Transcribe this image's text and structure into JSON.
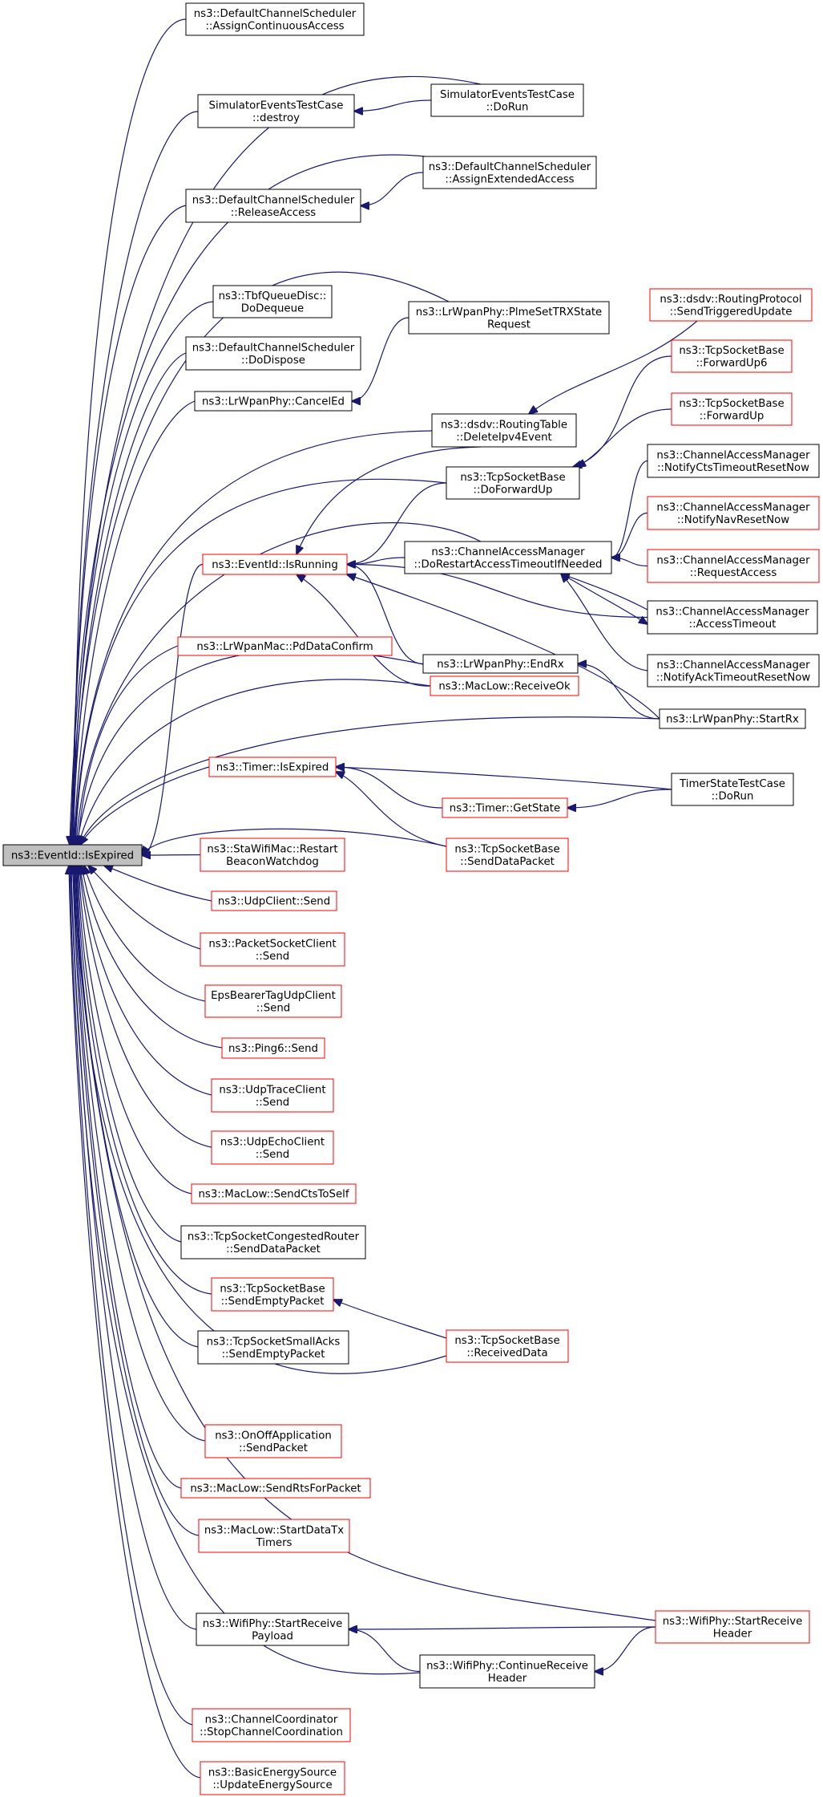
{
  "colors": {
    "black_border": "#000000",
    "red_border": "#ff0000",
    "edge": "#191970",
    "focus_fill": "#bfbfbf",
    "text": "#000000"
  },
  "graph": {
    "focus": "n0",
    "nodes": [
      {
        "id": "n0",
        "label": [
          "ns3::EventId::IsExpired"
        ],
        "style": "focus"
      },
      {
        "id": "n1",
        "label": [
          "ns3::DefaultChannelScheduler",
          "::AssignContinuousAccess"
        ],
        "style": "black"
      },
      {
        "id": "n2",
        "label": [
          "SimulatorEventsTestCase",
          "::destroy"
        ],
        "style": "black"
      },
      {
        "id": "n3",
        "label": [
          "SimulatorEventsTestCase",
          "::DoRun"
        ],
        "style": "black"
      },
      {
        "id": "n4",
        "label": [
          "ns3::DefaultChannelScheduler",
          "::AssignExtendedAccess"
        ],
        "style": "black"
      },
      {
        "id": "n5",
        "label": [
          "ns3::DefaultChannelScheduler",
          "::ReleaseAccess"
        ],
        "style": "black"
      },
      {
        "id": "n6",
        "label": [
          "ns3::TbfQueueDisc::",
          "DoDequeue"
        ],
        "style": "black"
      },
      {
        "id": "n7",
        "label": [
          "ns3::LrWpanPhy::PlmeSetTRXState",
          "Request"
        ],
        "style": "black"
      },
      {
        "id": "n8",
        "label": [
          "ns3::dsdv::RoutingProtocol",
          "::SendTriggeredUpdate"
        ],
        "style": "red"
      },
      {
        "id": "n9",
        "label": [
          "ns3::DefaultChannelScheduler",
          "::DoDispose"
        ],
        "style": "black"
      },
      {
        "id": "n10",
        "label": [
          "ns3::TcpSocketBase",
          "::ForwardUp6"
        ],
        "style": "red"
      },
      {
        "id": "n11",
        "label": [
          "ns3::LrWpanPhy::CancelEd"
        ],
        "style": "black"
      },
      {
        "id": "n12",
        "label": [
          "ns3::TcpSocketBase",
          "::ForwardUp"
        ],
        "style": "red"
      },
      {
        "id": "n13",
        "label": [
          "ns3::dsdv::RoutingTable",
          "::DeleteIpv4Event"
        ],
        "style": "black"
      },
      {
        "id": "n14",
        "label": [
          "ns3::ChannelAccessManager",
          "::NotifyCtsTimeoutResetNow"
        ],
        "style": "black"
      },
      {
        "id": "n15",
        "label": [
          "ns3::TcpSocketBase",
          "::DoForwardUp"
        ],
        "style": "black"
      },
      {
        "id": "n16",
        "label": [
          "ns3::ChannelAccessManager",
          "::NotifyNavResetNow"
        ],
        "style": "red"
      },
      {
        "id": "n17",
        "label": [
          "ns3::ChannelAccessManager",
          "::DoRestartAccessTimeoutIfNeeded"
        ],
        "style": "black"
      },
      {
        "id": "n18",
        "label": [
          "ns3::EventId::IsRunning"
        ],
        "style": "red"
      },
      {
        "id": "n19",
        "label": [
          "ns3::ChannelAccessManager",
          "::RequestAccess"
        ],
        "style": "red"
      },
      {
        "id": "n20",
        "label": [
          "ns3::ChannelAccessManager",
          "::AccessTimeout"
        ],
        "style": "black"
      },
      {
        "id": "n21",
        "label": [
          "ns3::LrWpanMac::PdDataConfirm"
        ],
        "style": "red"
      },
      {
        "id": "n22",
        "label": [
          "ns3::LrWpanPhy::EndRx"
        ],
        "style": "black"
      },
      {
        "id": "n23",
        "label": [
          "ns3::ChannelAccessManager",
          "::NotifyAckTimeoutResetNow"
        ],
        "style": "black"
      },
      {
        "id": "n24",
        "label": [
          "ns3::MacLow::ReceiveOk"
        ],
        "style": "red"
      },
      {
        "id": "n25",
        "label": [
          "ns3::LrWpanPhy::StartRx"
        ],
        "style": "black"
      },
      {
        "id": "n26",
        "label": [
          "ns3::Timer::IsExpired"
        ],
        "style": "red"
      },
      {
        "id": "n27",
        "label": [
          "TimerStateTestCase",
          "::DoRun"
        ],
        "style": "black"
      },
      {
        "id": "n28",
        "label": [
          "ns3::Timer::GetState"
        ],
        "style": "red"
      },
      {
        "id": "n29",
        "label": [
          "ns3::StaWifiMac::Restart",
          "BeaconWatchdog"
        ],
        "style": "red"
      },
      {
        "id": "n30",
        "label": [
          "ns3::TcpSocketBase",
          "::SendDataPacket"
        ],
        "style": "red"
      },
      {
        "id": "n31",
        "label": [
          "ns3::UdpClient::Send"
        ],
        "style": "red"
      },
      {
        "id": "n32",
        "label": [
          "ns3::PacketSocketClient",
          "::Send"
        ],
        "style": "red"
      },
      {
        "id": "n33",
        "label": [
          "EpsBearerTagUdpClient",
          "::Send"
        ],
        "style": "red"
      },
      {
        "id": "n34",
        "label": [
          "ns3::Ping6::Send"
        ],
        "style": "red"
      },
      {
        "id": "n35",
        "label": [
          "ns3::UdpTraceClient",
          "::Send"
        ],
        "style": "red"
      },
      {
        "id": "n36",
        "label": [
          "ns3::UdpEchoClient",
          "::Send"
        ],
        "style": "red"
      },
      {
        "id": "n37",
        "label": [
          "ns3::MacLow::SendCtsToSelf"
        ],
        "style": "red"
      },
      {
        "id": "n38",
        "label": [
          "ns3::TcpSocketCongestedRouter",
          "::SendDataPacket"
        ],
        "style": "black"
      },
      {
        "id": "n39",
        "label": [
          "ns3::TcpSocketBase",
          "::SendEmptyPacket"
        ],
        "style": "red"
      },
      {
        "id": "n40",
        "label": [
          "ns3::TcpSocketSmallAcks",
          "::SendEmptyPacket"
        ],
        "style": "black"
      },
      {
        "id": "n41",
        "label": [
          "ns3::TcpSocketBase",
          "::ReceivedData"
        ],
        "style": "red"
      },
      {
        "id": "n42",
        "label": [
          "ns3::OnOffApplication",
          "::SendPacket"
        ],
        "style": "red"
      },
      {
        "id": "n43",
        "label": [
          "ns3::MacLow::SendRtsForPacket"
        ],
        "style": "red"
      },
      {
        "id": "n44",
        "label": [
          "ns3::MacLow::StartDataTx",
          "Timers"
        ],
        "style": "red"
      },
      {
        "id": "n45",
        "label": [
          "ns3::WifiPhy::StartReceive",
          "Payload"
        ],
        "style": "black"
      },
      {
        "id": "n46",
        "label": [
          "ns3::WifiPhy::StartReceive",
          "Header"
        ],
        "style": "red"
      },
      {
        "id": "n47",
        "label": [
          "ns3::WifiPhy::ContinueReceive",
          "Header"
        ],
        "style": "black"
      },
      {
        "id": "n48",
        "label": [
          "ns3::ChannelCoordinator",
          "::StopChannelCoordination"
        ],
        "style": "red"
      },
      {
        "id": "n49",
        "label": [
          "ns3::BasicEnergySource",
          "::UpdateEnergySource"
        ],
        "style": "red"
      }
    ],
    "edges": [
      {
        "from": "n1",
        "to": "n0"
      },
      {
        "from": "n2",
        "to": "n0"
      },
      {
        "from": "n3",
        "to": "n0"
      },
      {
        "from": "n3",
        "to": "n2"
      },
      {
        "from": "n4",
        "to": "n0"
      },
      {
        "from": "n4",
        "to": "n5"
      },
      {
        "from": "n5",
        "to": "n0"
      },
      {
        "from": "n6",
        "to": "n0"
      },
      {
        "from": "n7",
        "to": "n0"
      },
      {
        "from": "n7",
        "to": "n11"
      },
      {
        "from": "n9",
        "to": "n0"
      },
      {
        "from": "n11",
        "to": "n0"
      },
      {
        "from": "n13",
        "to": "n0"
      },
      {
        "from": "n13",
        "to": "n18"
      },
      {
        "from": "n8",
        "to": "n13"
      },
      {
        "from": "n15",
        "to": "n0"
      },
      {
        "from": "n15",
        "to": "n18"
      },
      {
        "from": "n10",
        "to": "n15"
      },
      {
        "from": "n12",
        "to": "n15"
      },
      {
        "from": "n17",
        "to": "n0"
      },
      {
        "from": "n17",
        "to": "n18"
      },
      {
        "from": "n14",
        "to": "n17"
      },
      {
        "from": "n16",
        "to": "n17"
      },
      {
        "from": "n19",
        "to": "n17"
      },
      {
        "from": "n20",
        "to": "n17"
      },
      {
        "from": "n23",
        "to": "n17"
      },
      {
        "from": "n17",
        "to": "n20"
      },
      {
        "from": "n18",
        "to": "n0"
      },
      {
        "from": "n20",
        "to": "n18"
      },
      {
        "from": "n22",
        "to": "n0"
      },
      {
        "from": "n22",
        "to": "n18"
      },
      {
        "from": "n24",
        "to": "n18"
      },
      {
        "from": "n25",
        "to": "n18"
      },
      {
        "from": "n25",
        "to": "n22"
      },
      {
        "from": "n21",
        "to": "n0"
      },
      {
        "from": "n24",
        "to": "n0"
      },
      {
        "from": "n25",
        "to": "n0"
      },
      {
        "from": "n26",
        "to": "n0"
      },
      {
        "from": "n27",
        "to": "n26"
      },
      {
        "from": "n27",
        "to": "n28"
      },
      {
        "from": "n28",
        "to": "n26"
      },
      {
        "from": "n30",
        "to": "n26"
      },
      {
        "from": "n30",
        "to": "n0"
      },
      {
        "from": "n29",
        "to": "n0"
      },
      {
        "from": "n31",
        "to": "n0"
      },
      {
        "from": "n32",
        "to": "n0"
      },
      {
        "from": "n33",
        "to": "n0"
      },
      {
        "from": "n34",
        "to": "n0"
      },
      {
        "from": "n35",
        "to": "n0"
      },
      {
        "from": "n36",
        "to": "n0"
      },
      {
        "from": "n37",
        "to": "n0"
      },
      {
        "from": "n38",
        "to": "n0"
      },
      {
        "from": "n39",
        "to": "n0"
      },
      {
        "from": "n41",
        "to": "n39"
      },
      {
        "from": "n40",
        "to": "n0"
      },
      {
        "from": "n41",
        "to": "n0"
      },
      {
        "from": "n42",
        "to": "n0"
      },
      {
        "from": "n43",
        "to": "n0"
      },
      {
        "from": "n44",
        "to": "n0"
      },
      {
        "from": "n46",
        "to": "n0"
      },
      {
        "from": "n46",
        "to": "n45"
      },
      {
        "from": "n45",
        "to": "n0"
      },
      {
        "from": "n47",
        "to": "n45"
      },
      {
        "from": "n46",
        "to": "n47"
      },
      {
        "from": "n47",
        "to": "n0"
      },
      {
        "from": "n48",
        "to": "n0"
      },
      {
        "from": "n49",
        "to": "n0"
      }
    ]
  }
}
